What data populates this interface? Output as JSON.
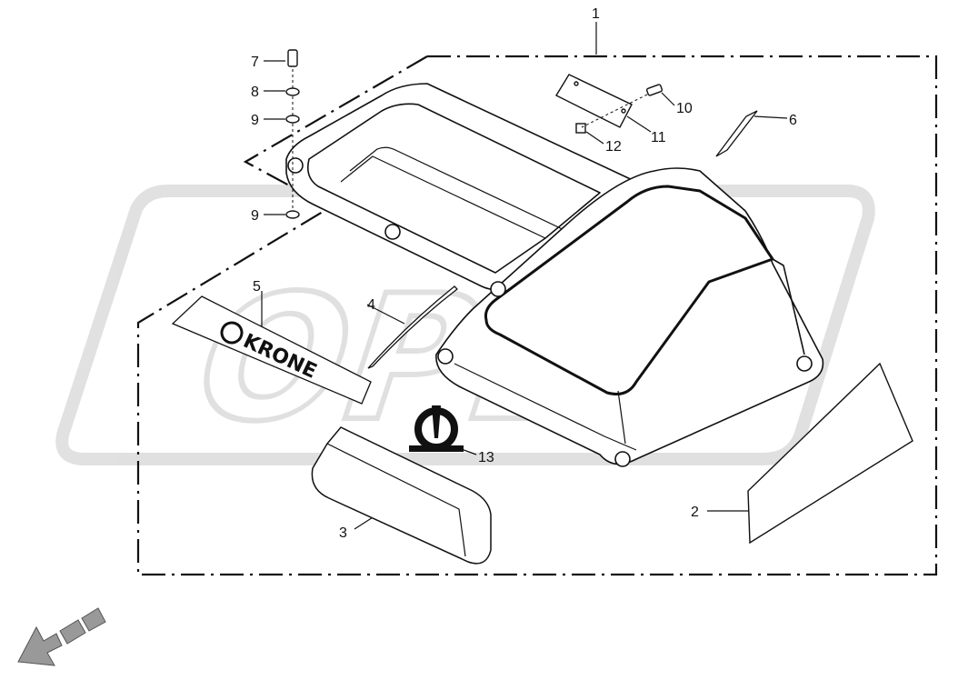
{
  "diagram": {
    "callouts": [
      "1",
      "2",
      "3",
      "4",
      "5",
      "6",
      "7",
      "8",
      "9",
      "9",
      "10",
      "11",
      "12",
      "13"
    ],
    "decal_brand_text": "KRONE",
    "watermark_text": "OPEX",
    "colors": {
      "line": "#111111",
      "watermark": "#c8c8c8",
      "arrow": "#888888"
    },
    "icons": [
      "bolt-icon",
      "washer-icon",
      "krone-logo-icon",
      "direction-arrow-icon"
    ]
  }
}
